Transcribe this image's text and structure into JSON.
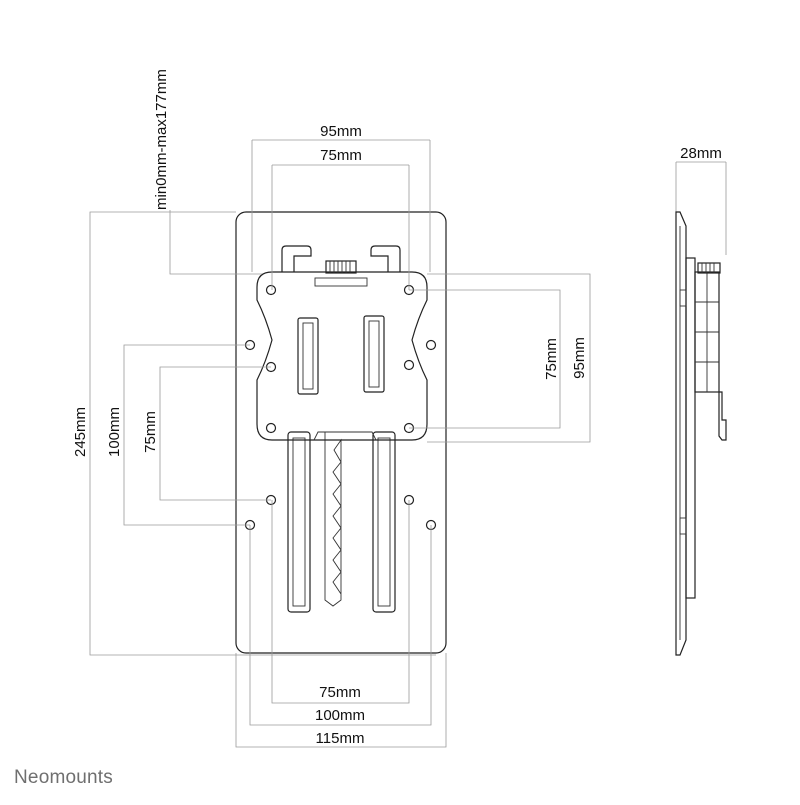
{
  "labels": {
    "top_95": "95mm",
    "top_75": "75mm",
    "vertical_range": "min0mm-max177mm",
    "right_75": "75mm",
    "right_95": "95mm",
    "left_245": "245mm",
    "left_100": "100mm",
    "left_75": "75mm",
    "bottom_75": "75mm",
    "bottom_100": "100mm",
    "bottom_115": "115mm",
    "side_28": "28mm"
  },
  "brand": "Neomounts",
  "colors": {
    "outline": "#222222",
    "dimension_line": "#9a9a9a",
    "brand_text": "#6f6f6f",
    "background": "#ffffff"
  }
}
